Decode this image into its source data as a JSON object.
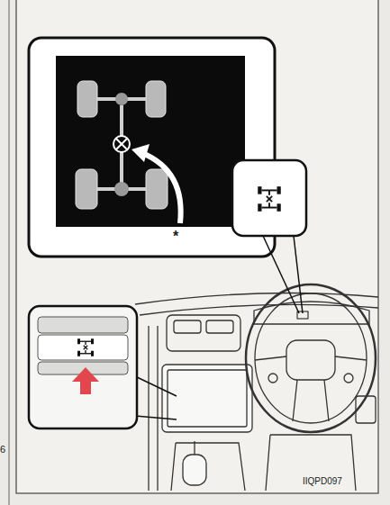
{
  "diagram": {
    "labels": [
      "*",
      "IIQPD097",
      "6"
    ]
  }
}
